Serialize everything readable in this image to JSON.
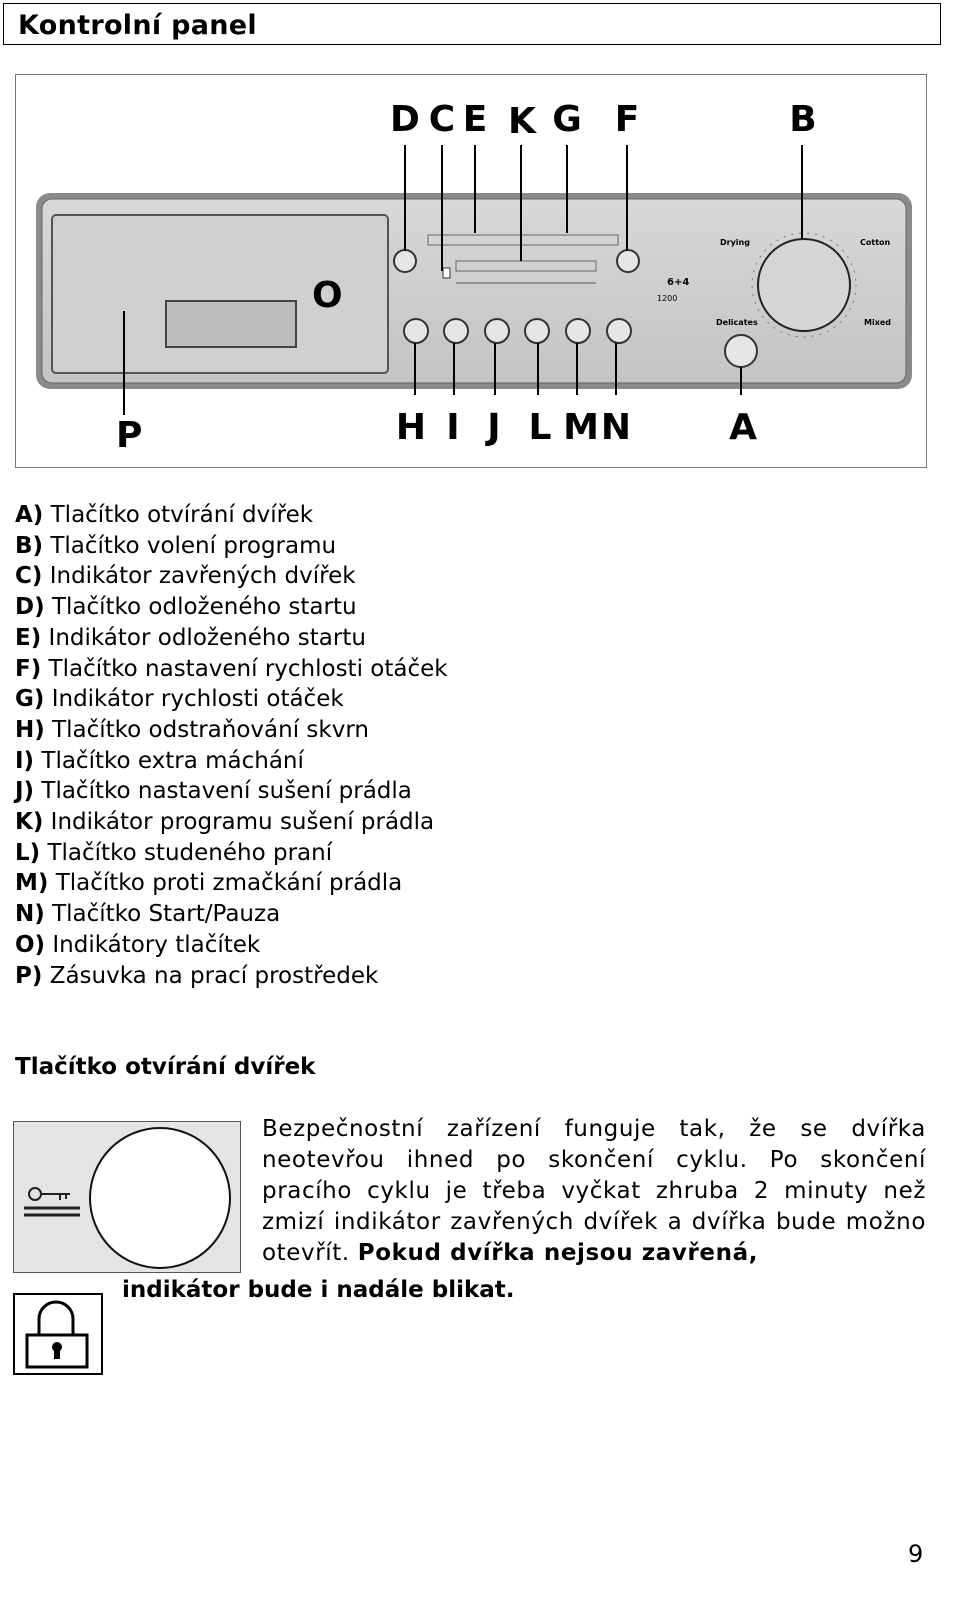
{
  "header": {
    "title": "Kontrolní panel"
  },
  "panel_diagram": {
    "top_letters": [
      "D",
      "C",
      "E",
      "K",
      "G",
      "F",
      "B"
    ],
    "bottom_letters": [
      "H",
      "I",
      "J",
      "L",
      "M",
      "N",
      "A"
    ],
    "side_letters": {
      "o": "O",
      "p": "P"
    },
    "dial_labels": {
      "drying": "Drying",
      "cotton": "Cotton",
      "delicates": "Delicates",
      "mixed": "Mixed"
    },
    "spin_label": "1200",
    "capacity_label": "6+4"
  },
  "legend": [
    {
      "key": "A)",
      "text": "Tlačítko otvírání dvířek"
    },
    {
      "key": "B)",
      "text": "Tlačítko volení programu"
    },
    {
      "key": "C)",
      "text": "Indikátor zavřených dvířek"
    },
    {
      "key": "D)",
      "text": "Tlačítko odloženého startu"
    },
    {
      "key": "E)",
      "text": "Indikátor odloženého startu"
    },
    {
      "key": "F)",
      "text": "Tlačítko nastavení rychlosti otáček"
    },
    {
      "key": "G)",
      "text": "Indikátor rychlosti otáček"
    },
    {
      "key": "H)",
      "text": "Tlačítko odstraňování skvrn"
    },
    {
      "key": "I)",
      "text": "Tlačítko extra máchání"
    },
    {
      "key": "J)",
      "text": "Tlačítko nastavení sušení prádla"
    },
    {
      "key": "K)",
      "text": "Indikátor programu sušení prádla"
    },
    {
      "key": "L)",
      "text": "Tlačítko studeného praní"
    },
    {
      "key": "M)",
      "text": "Tlačítko proti zmačkání prádla"
    },
    {
      "key": "N)",
      "text": "Tlačítko Start/Pauza"
    },
    {
      "key": "O)",
      "text": "Indikátory tlačítek"
    },
    {
      "key": "P)",
      "text": "Zásuvka na prací prostředek"
    }
  ],
  "door_section": {
    "title": "Tlačítko otvírání dvířek",
    "paragraph": "Bezpečnostní zařízení funguje tak, že se dvířka neotevřou ihned po skončení cyklu. Po skončení pracího cyklu je třeba vyčkat zhruba 2 minuty než zmizí indikátor zavřených dvířek a dvířka bude možno otevřít. ",
    "paragraph_bold": "Pokud dvířka nejsou zavřená,",
    "tail_bold": "indikátor bude i nadále blikat."
  },
  "page_number": "9"
}
